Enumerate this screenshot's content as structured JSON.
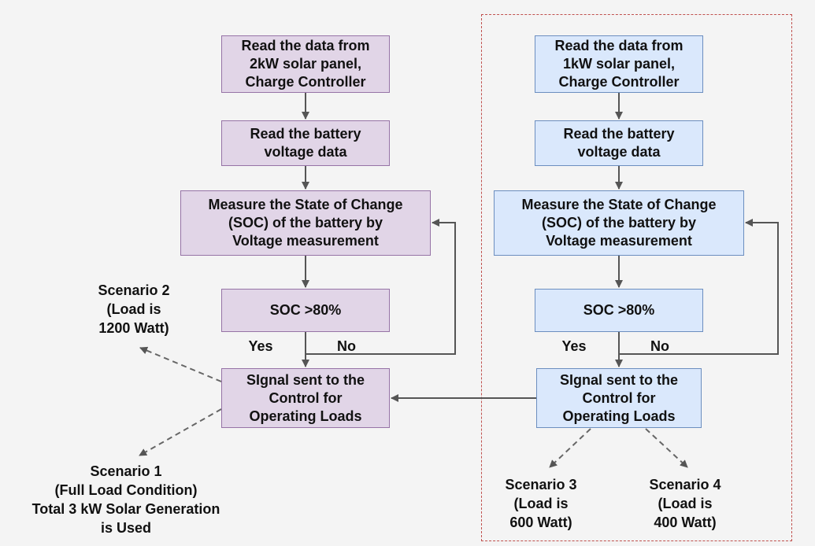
{
  "left_flow": {
    "read_panel": "Read the data from\n2kW solar panel,\nCharge Controller",
    "read_battery": "Read the battery\nvoltage data",
    "measure_soc": "Measure the State of Change\n(SOC) of the battery by\nVoltage measurement",
    "soc_check": "SOC >80%",
    "yes": "Yes",
    "no": "No",
    "signal": "SIgnal sent to the\nControl for\nOperating Loads"
  },
  "right_flow": {
    "read_panel": "Read the data from\n1kW solar panel,\nCharge Controller",
    "read_battery": "Read the battery\nvoltage data",
    "measure_soc": "Measure the State of Change\n(SOC) of the battery by\nVoltage measurement",
    "soc_check": "SOC >80%",
    "yes": "Yes",
    "no": "No",
    "signal": "SIgnal sent to the\nControl for\nOperating Loads"
  },
  "scenarios": {
    "s1": "Scenario 1\n(Full Load Condition)\nTotal 3 kW Solar Generation\nis Used",
    "s2": "Scenario 2\n(Load is\n1200 Watt)",
    "s3": "Scenario 3\n(Load is\n600 Watt)",
    "s4": "Scenario 4\n(Load is\n400 Watt)"
  },
  "colors": {
    "left_fill": "#e1d5e7",
    "right_fill": "#dae8fc",
    "arrow": "#555555",
    "dashed_border": "#c0504d"
  }
}
